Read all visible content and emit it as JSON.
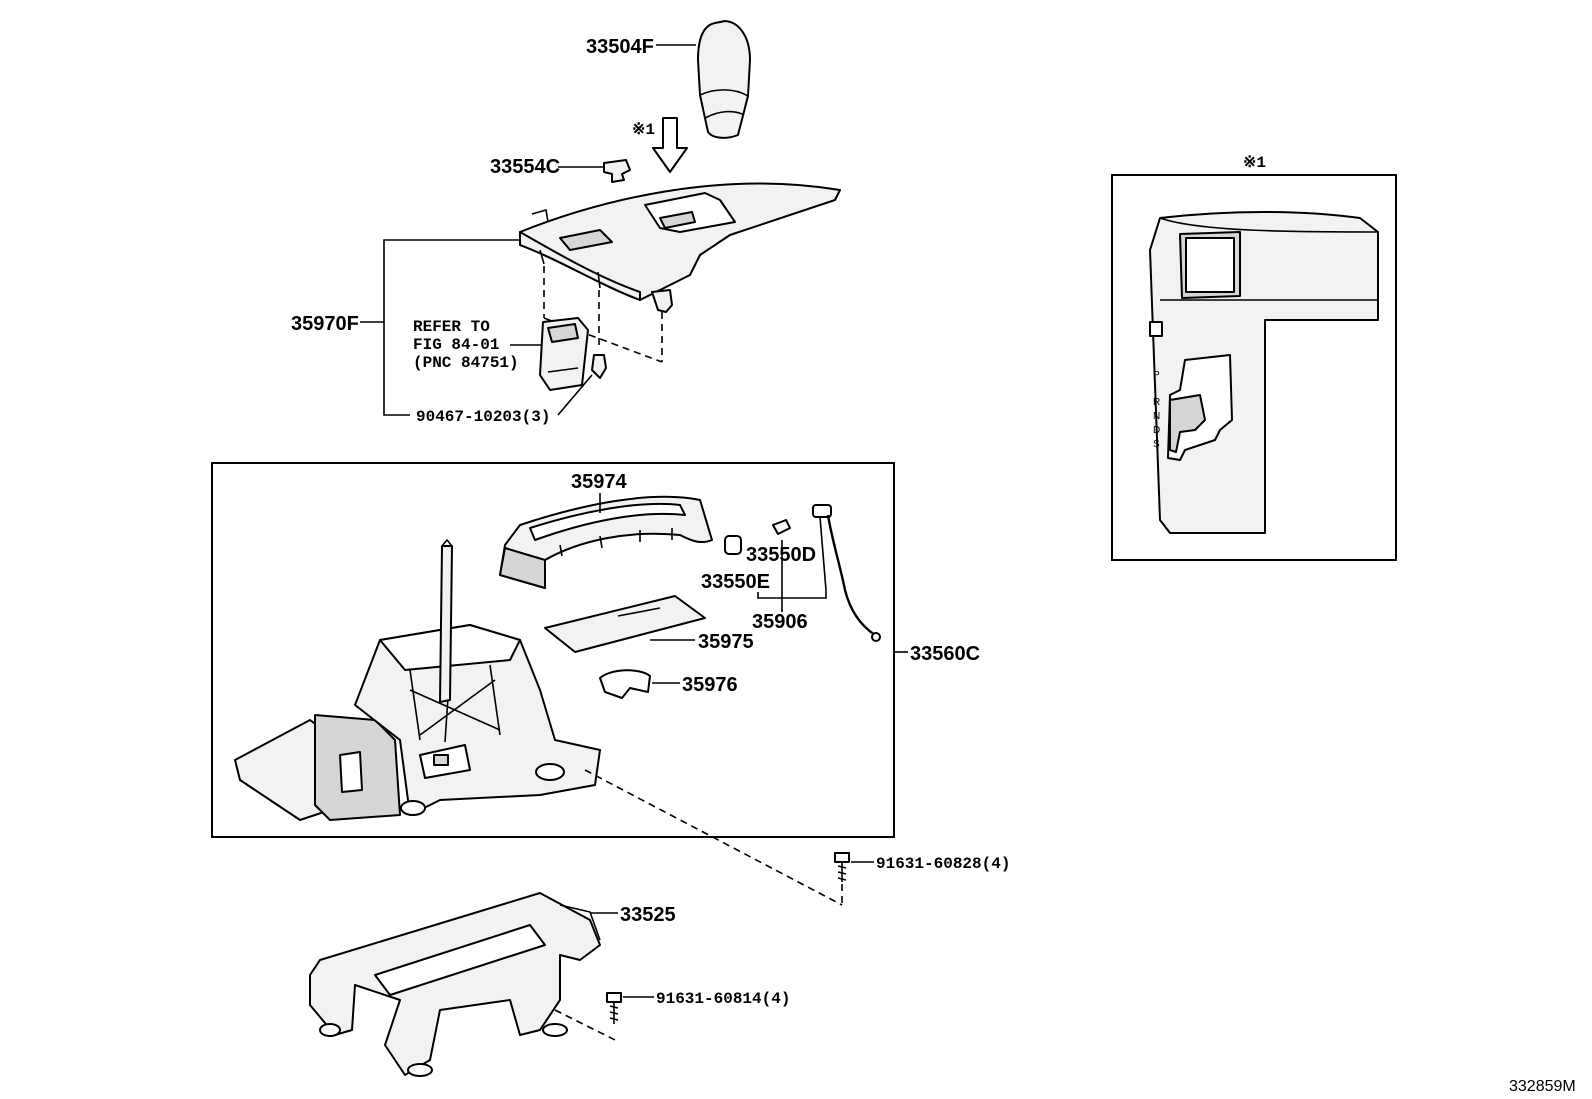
{
  "parts": {
    "shift_knob": "33504F",
    "indicator_cap": "33554C",
    "console_panel": "35970F",
    "refer_line1": "REFER TO",
    "refer_line2": "FIG 84-01",
    "refer_line3": "(PNC 84751)",
    "clip": "90467-10203(3)",
    "housing_upper": "35974",
    "bulb_a": "33550D",
    "bulb_b": "33550E",
    "socket_wire": "35906",
    "slide_plate": "35975",
    "plate_small": "35976",
    "shift_lever_assy": "33560C",
    "bolt_a": "91631-60828(4)",
    "bracket": "33525",
    "bolt_b": "91631-60814(4)"
  },
  "view_marker": "※1",
  "inset": {
    "title": "※1",
    "gear_letters": [
      "P",
      "R",
      "N",
      "D",
      "S"
    ]
  },
  "figure_id": "332859M"
}
